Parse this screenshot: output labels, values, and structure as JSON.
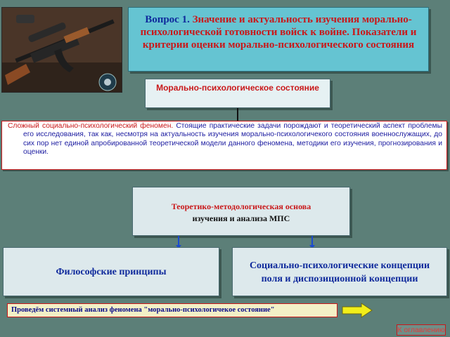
{
  "title": {
    "question_label": "Вопрос 1.",
    "text": "Значение и актуальность изучения морально-психологической готовности войск к войне. Показатели и критерии оценки морально-психологического состояния"
  },
  "mps_box": {
    "label": "Морально-психологическое состояние"
  },
  "complex_phenomenon": {
    "lead": "Сложный социально-психологический феномен.",
    "text": "Стоящие практические задачи порождают и теоретический аспект проблемы его исследования, так как, несмотря на актуальность изучения морально-психологичекого состояния военнослужащих, до сих пор нет единой апробированной теоретической модели данного феномена, методики его изучения, прогнозирования и оценки."
  },
  "theory_box": {
    "line1": "Теоретико-методологическая основа",
    "line2": "изучения и анализа МПС"
  },
  "philosophy_box": {
    "label": "Философские принципы"
  },
  "social_box": {
    "line1": "Социально-психологические концепции",
    "line2": "поля и диспозиционной концепции"
  },
  "analysis_note": {
    "text": "Проведём системный анализ феномена \"морально-психологичекое состояние\""
  },
  "nav": {
    "contents_label": "К оглавлению"
  },
  "icons": {
    "next": "arrow-right-icon",
    "photo": "rifle-photo",
    "emblem": "emblem-icon"
  },
  "colors": {
    "background": "#5c7f78",
    "title_bg": "#65c4d2",
    "accent_red": "#c9181a",
    "accent_blue": "#0f2a9c",
    "arrow_yellow": "#f2ee1a"
  }
}
